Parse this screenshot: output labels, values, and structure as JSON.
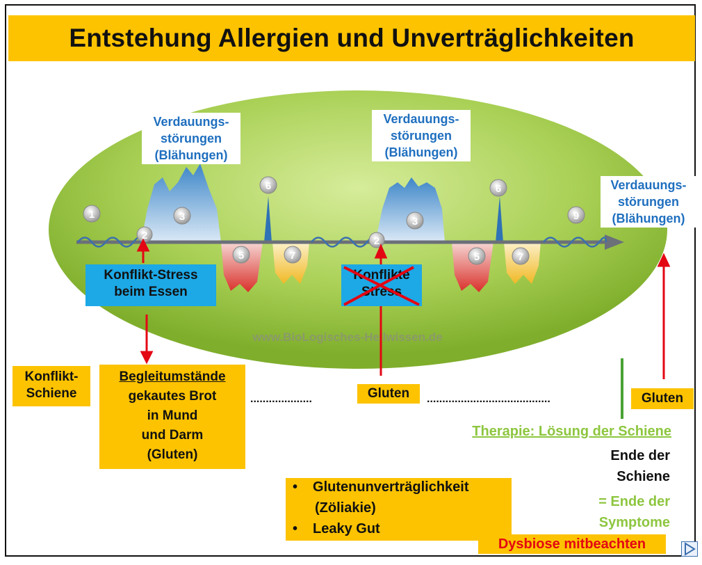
{
  "title": "Entstehung Allergien und Unverträglichkeiten",
  "watermark": "www.BioLogisches-Heilwissen.de",
  "digestive_label": [
    "Verdauungs-",
    "störungen",
    "(Blähungen)"
  ],
  "phase_numbers": {
    "start": "1",
    "conflict": "2",
    "active": "3",
    "crisis": "6",
    "healing_a": "5",
    "healing_b": "7",
    "end": "9"
  },
  "conflict_box": [
    "Konflikt-Stress",
    "beim Essen"
  ],
  "crossed_box": [
    "Konflikte",
    "Stress"
  ],
  "konflikt_schiene": [
    "Konflikt-",
    "Schiene"
  ],
  "begleit": {
    "heading": "Begleitumstände",
    "lines": [
      "gekautes Brot",
      "in Mund",
      "und Darm",
      "(Gluten)"
    ]
  },
  "gluten": "Gluten",
  "dots_left": "....................",
  "dots_right": "........................................",
  "therapy": "Therapie: Lösung der Schiene",
  "ende_schiene": [
    "Ende der",
    "Schiene"
  ],
  "ende_symptome": [
    "= Ende der",
    "Symptome"
  ],
  "bullets": {
    "items": [
      "Glutenunverträglichkeit",
      "(Zöliakie)",
      "Leaky Gut"
    ],
    "marker": "•"
  },
  "dysbiose": "Dysbiose mitbeachten",
  "colors": {
    "orange": "#fdc300",
    "cyan": "#1da8e6",
    "blue_text": "#1f6fbf",
    "green": "#8dc63f",
    "red": "#e30613"
  }
}
